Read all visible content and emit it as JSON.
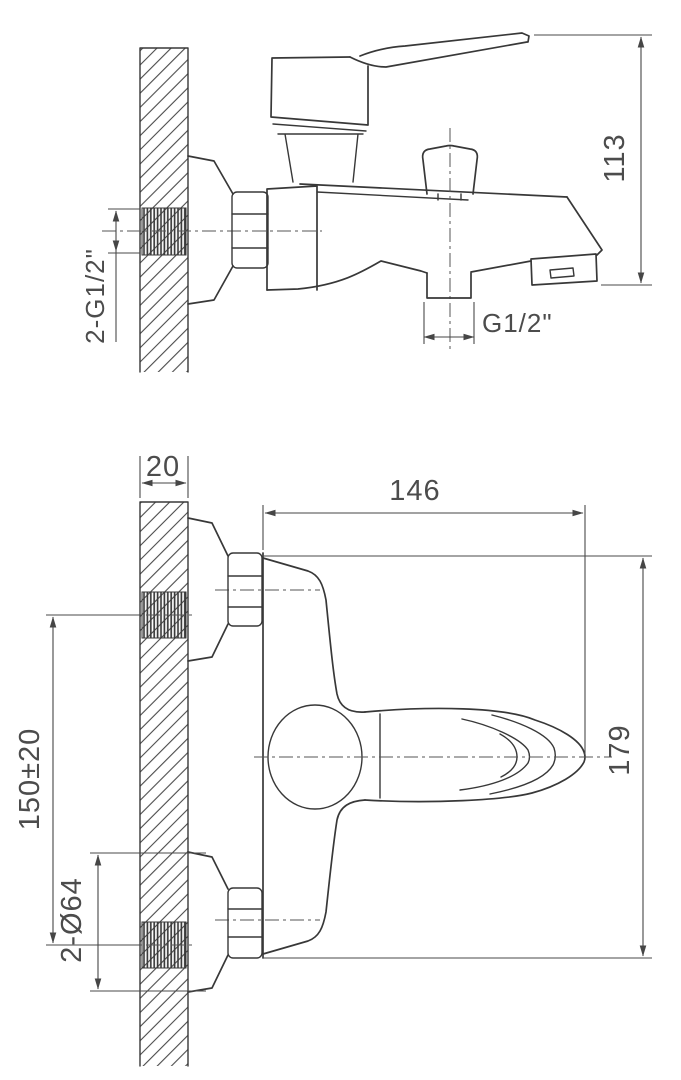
{
  "colors": {
    "background": "#ffffff",
    "line": "#383838",
    "dimension_line": "#464646",
    "text": "#4c4c4c"
  },
  "dims": {
    "front_overall_height": "113",
    "wall_thread": "2-G1/2\"",
    "spout_thread": "G1/2\"",
    "wall_thickness": "20",
    "body_depth": "146",
    "inlet_spacing": "150±20",
    "flange_diameter": "2-Ø64",
    "body_height": "179"
  }
}
